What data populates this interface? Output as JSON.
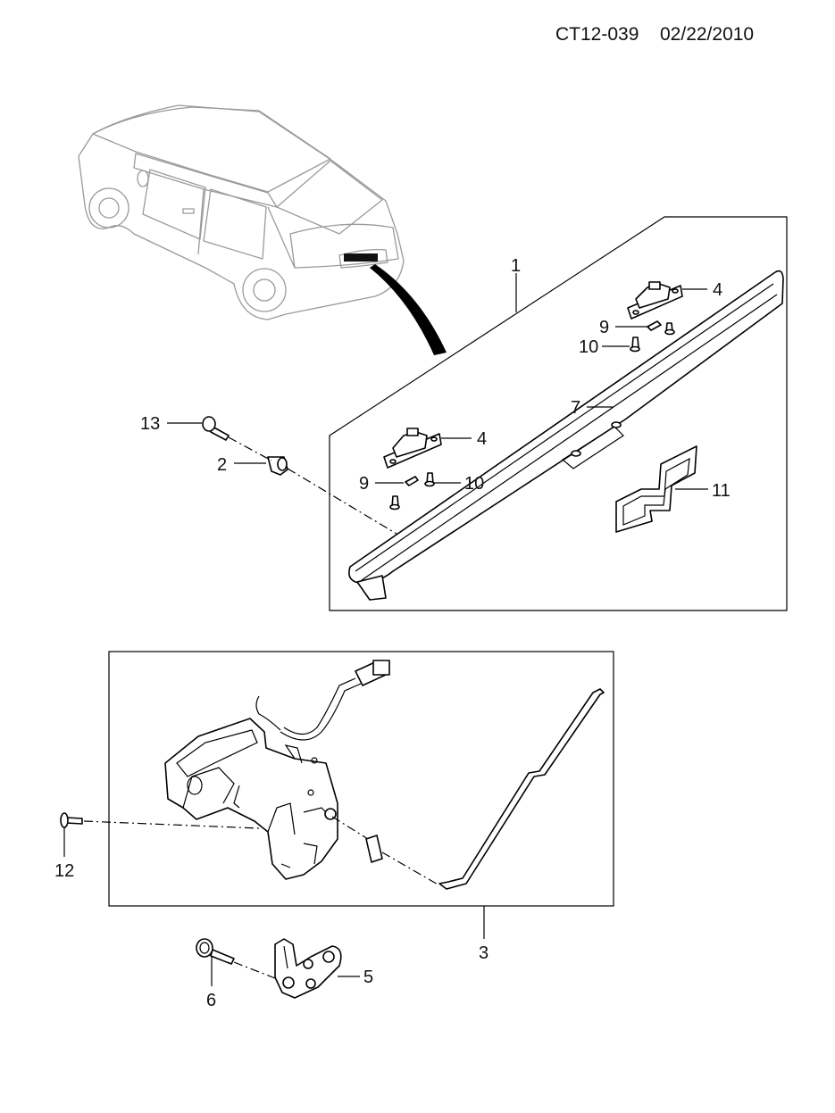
{
  "header": {
    "code": "CT12-039",
    "date": "02/22/2010"
  },
  "callouts": [
    {
      "id": "c1",
      "label": "1"
    },
    {
      "id": "c4a",
      "label": "4"
    },
    {
      "id": "c9a",
      "label": "9"
    },
    {
      "id": "c10a",
      "label": "10"
    },
    {
      "id": "c7",
      "label": "7"
    },
    {
      "id": "c13",
      "label": "13"
    },
    {
      "id": "c4b",
      "label": "4"
    },
    {
      "id": "c2",
      "label": "2"
    },
    {
      "id": "c9b",
      "label": "9"
    },
    {
      "id": "c10b",
      "label": "10"
    },
    {
      "id": "c11",
      "label": "11"
    },
    {
      "id": "c12",
      "label": "12"
    },
    {
      "id": "c3",
      "label": "3"
    },
    {
      "id": "c6",
      "label": "6"
    },
    {
      "id": "c5",
      "label": "5"
    }
  ]
}
